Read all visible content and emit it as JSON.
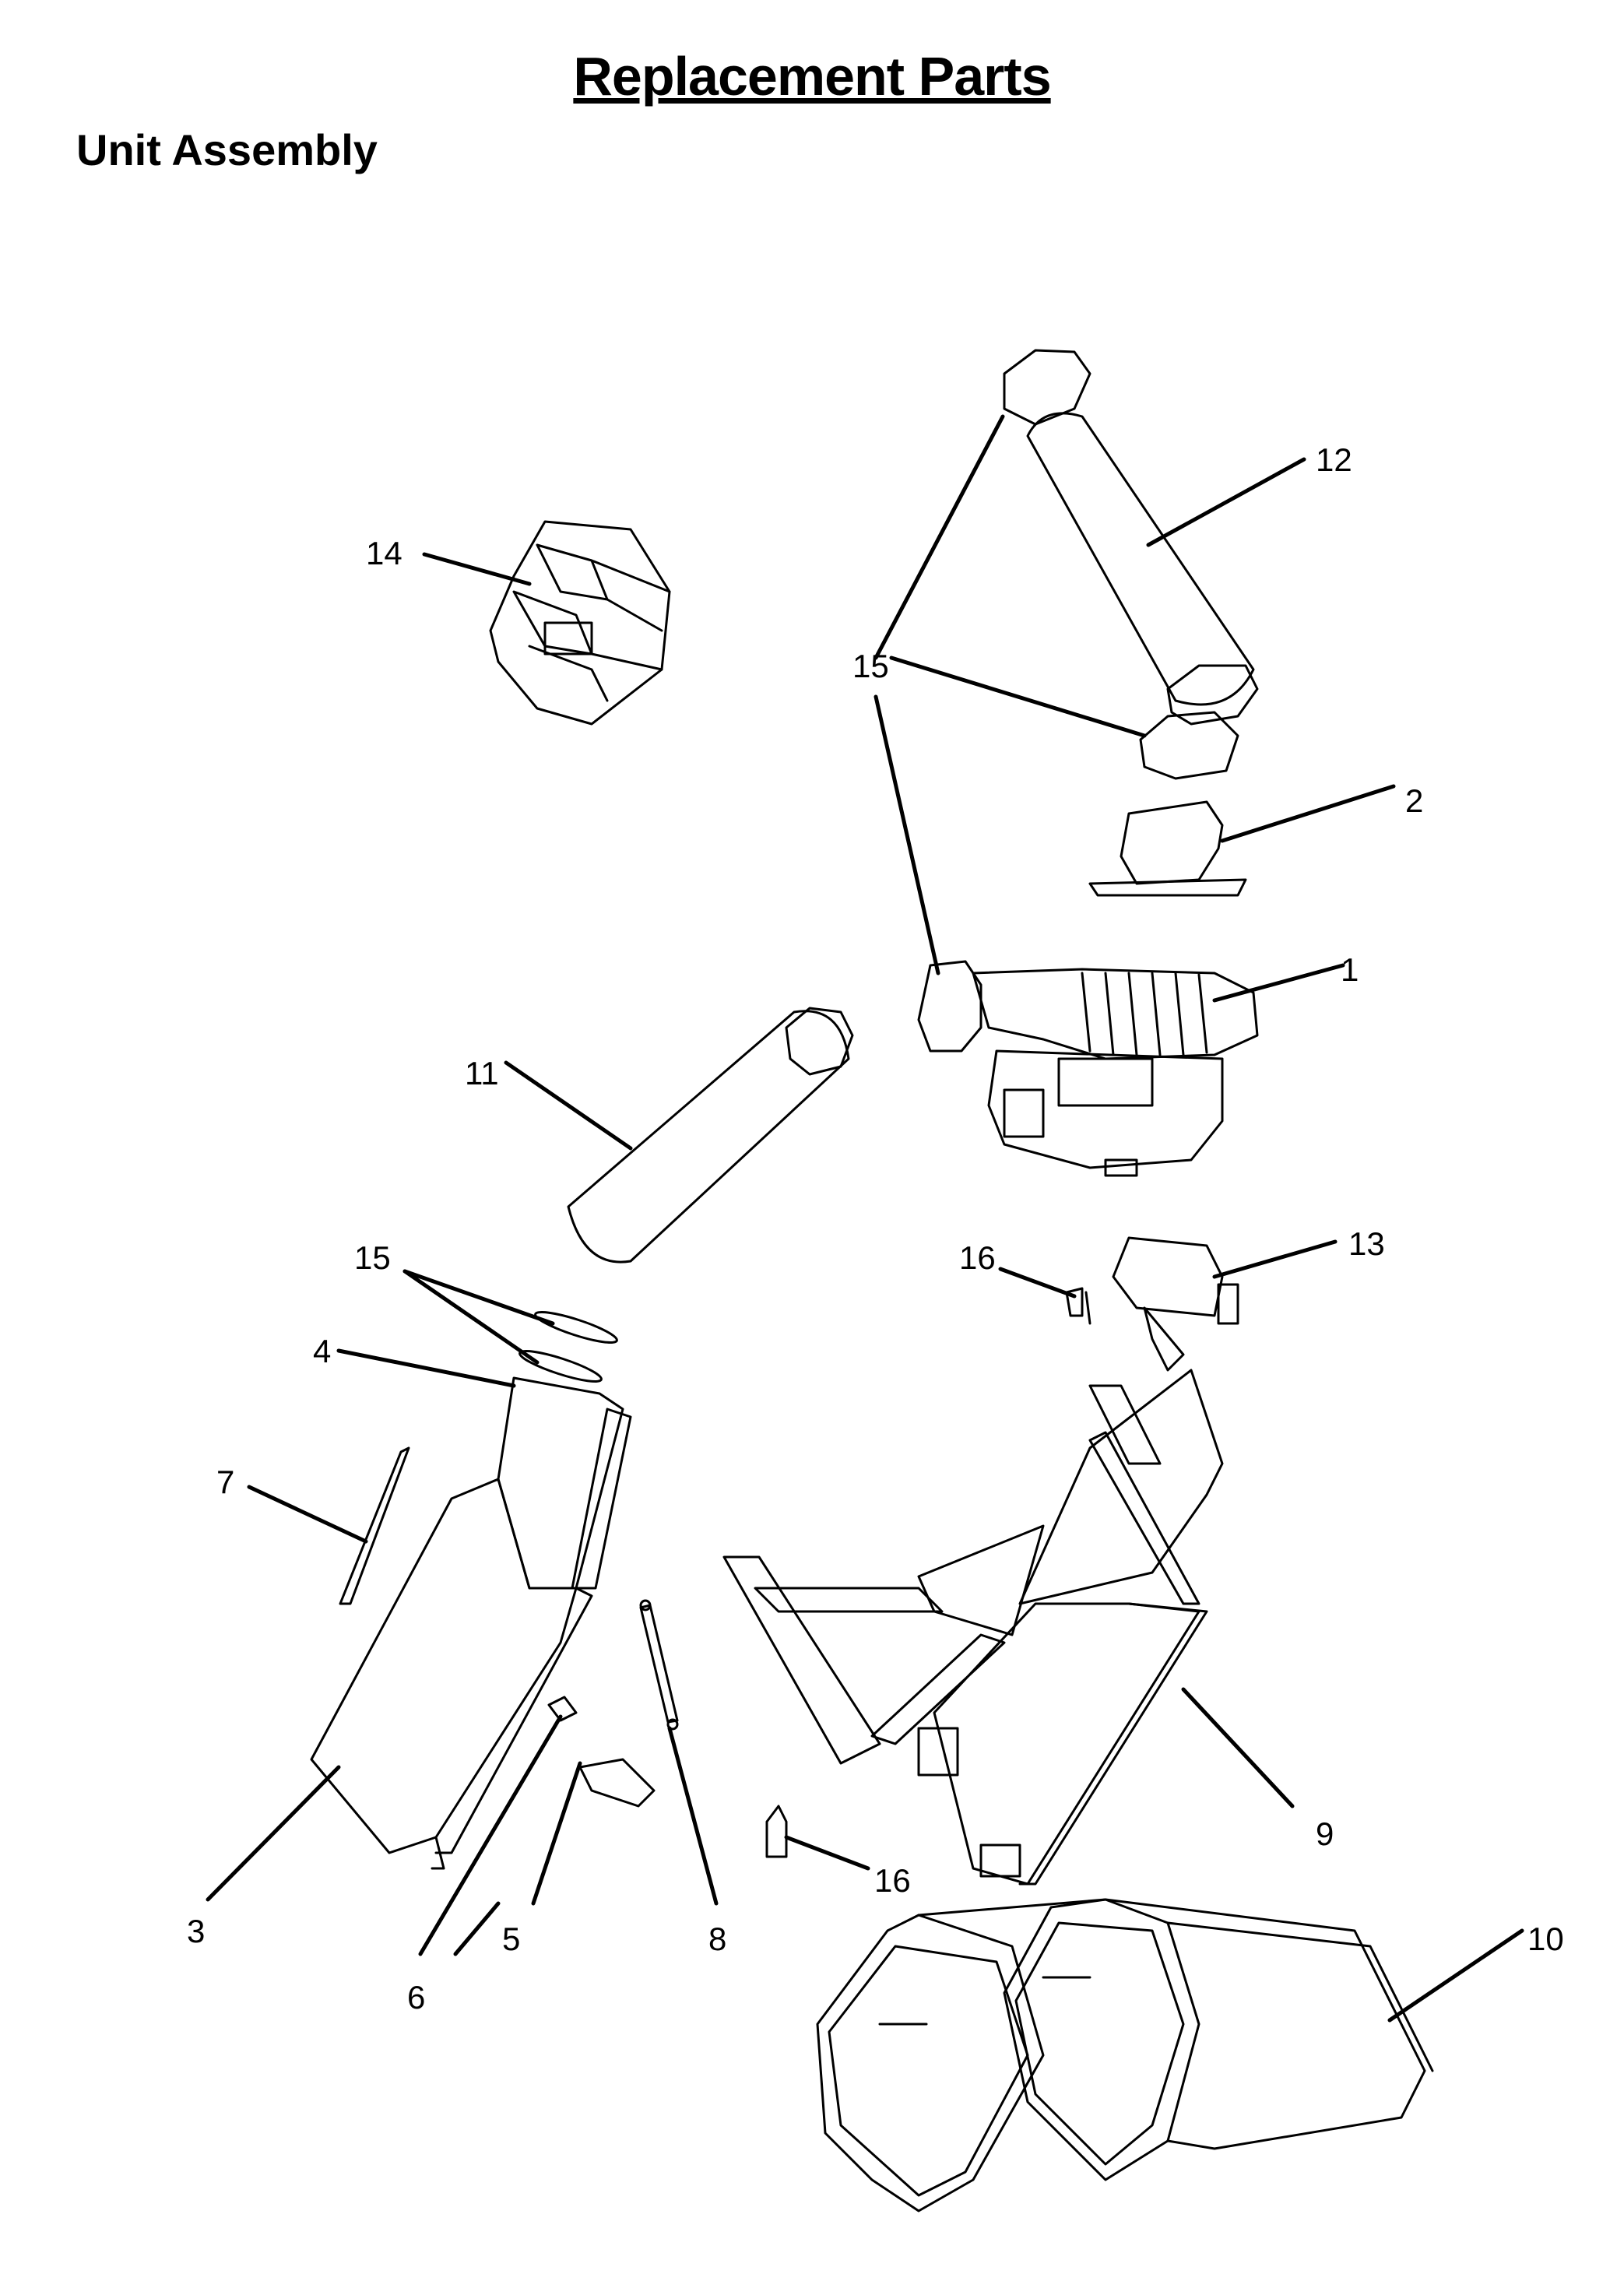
{
  "page": {
    "title": "Replacement Parts",
    "subtitle": "Unit  Assembly"
  },
  "callouts": {
    "c1": "1",
    "c2": "2",
    "c3": "3",
    "c4": "4",
    "c5": "5",
    "c6": "6",
    "c7": "7",
    "c8": "8",
    "c9": "9",
    "c10": "10",
    "c11": "11",
    "c12": "12",
    "c13": "13",
    "c14": "14",
    "c15a": "15",
    "c15b": "15",
    "c16a": "16",
    "c16b": "16"
  }
}
